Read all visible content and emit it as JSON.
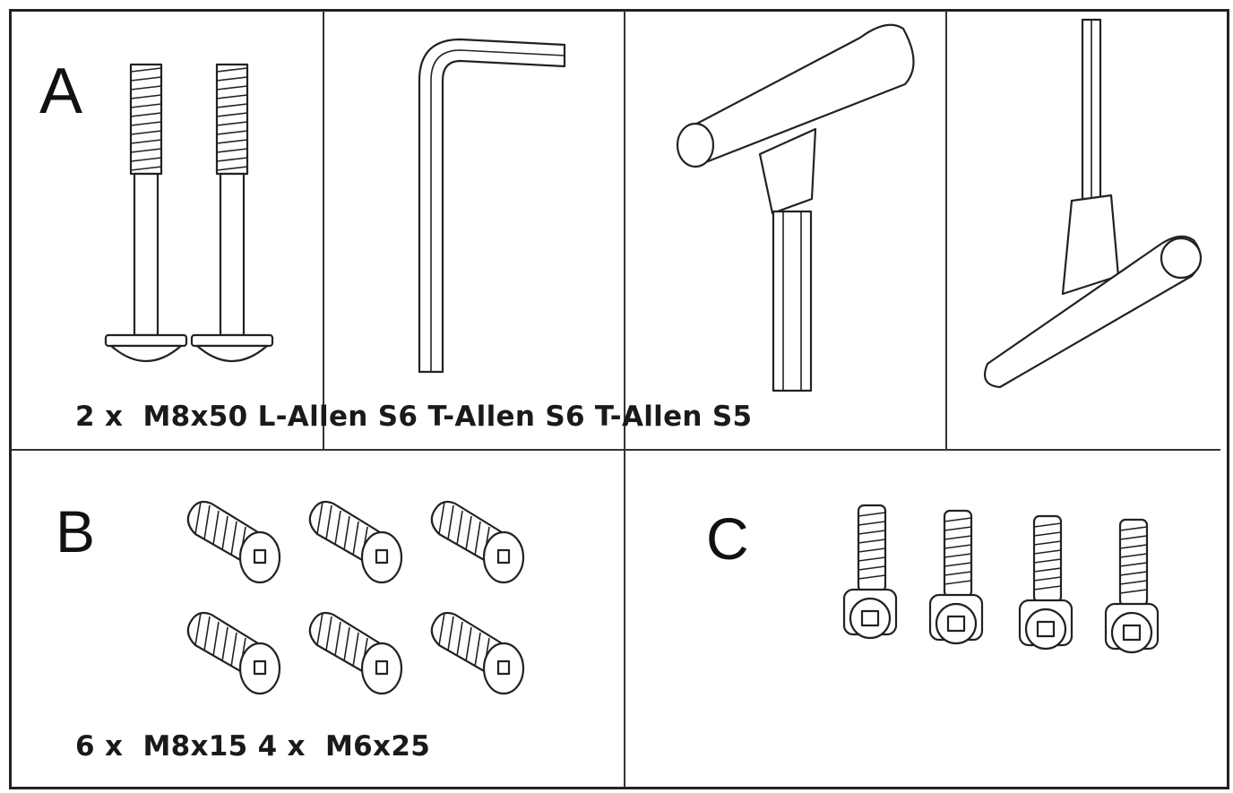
{
  "panels": {
    "a": {
      "letter": "A",
      "caption": "2 x  M8x50 L-Allen S6 T-Allen S6 T-Allen S5",
      "items": [
        {
          "icon": "m8x50-bolt-icon"
        },
        {
          "icon": "l-allen-key-icon"
        },
        {
          "icon": "t-allen-key-icon"
        },
        {
          "icon": "t-allen-key-icon"
        }
      ]
    },
    "b": {
      "letter": "B",
      "caption": "6 x  M8x15 4 x  M6x25",
      "icon": "m8x15-button-head-screw-icon"
    },
    "c": {
      "letter": "C",
      "icon": "m6x25-socket-head-screw-icon"
    }
  },
  "colors": {
    "line": "#222222",
    "background": "#ffffff"
  }
}
